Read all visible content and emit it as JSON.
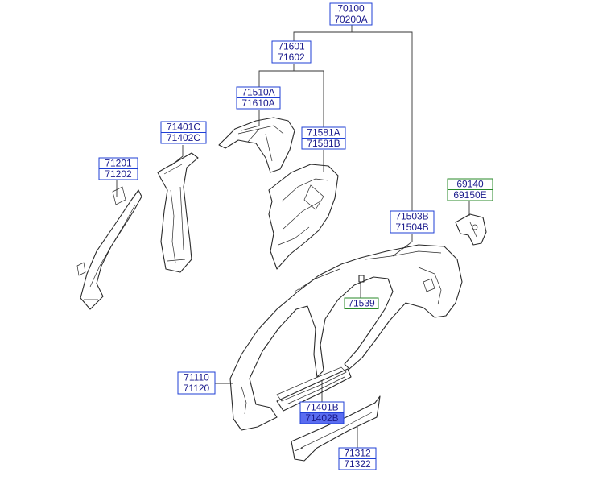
{
  "colors": {
    "label_border_blue": "#1f3fd6",
    "label_border_green": "#2a8a2a",
    "label_text": "#1a1a8c",
    "highlight_fill": "#5a6cf0",
    "line": "#2a2a2a"
  },
  "labels": {
    "l70100": [
      "70100",
      "70200A"
    ],
    "l71601": [
      "71601",
      "71602"
    ],
    "l71510": [
      "71510A",
      "71610A"
    ],
    "l71581": [
      "71581A",
      "71581B"
    ],
    "l71401c": [
      "71401C",
      "71402C"
    ],
    "l71201": [
      "71201",
      "71202"
    ],
    "l69140": [
      "69140",
      "69150E"
    ],
    "l71503": [
      "71503B",
      "71504B"
    ],
    "l71539": [
      "71539"
    ],
    "l71110": [
      "71110",
      "71120"
    ],
    "l71401b": [
      "71401B",
      "71402B"
    ],
    "l71312": [
      "71312",
      "71322"
    ]
  }
}
